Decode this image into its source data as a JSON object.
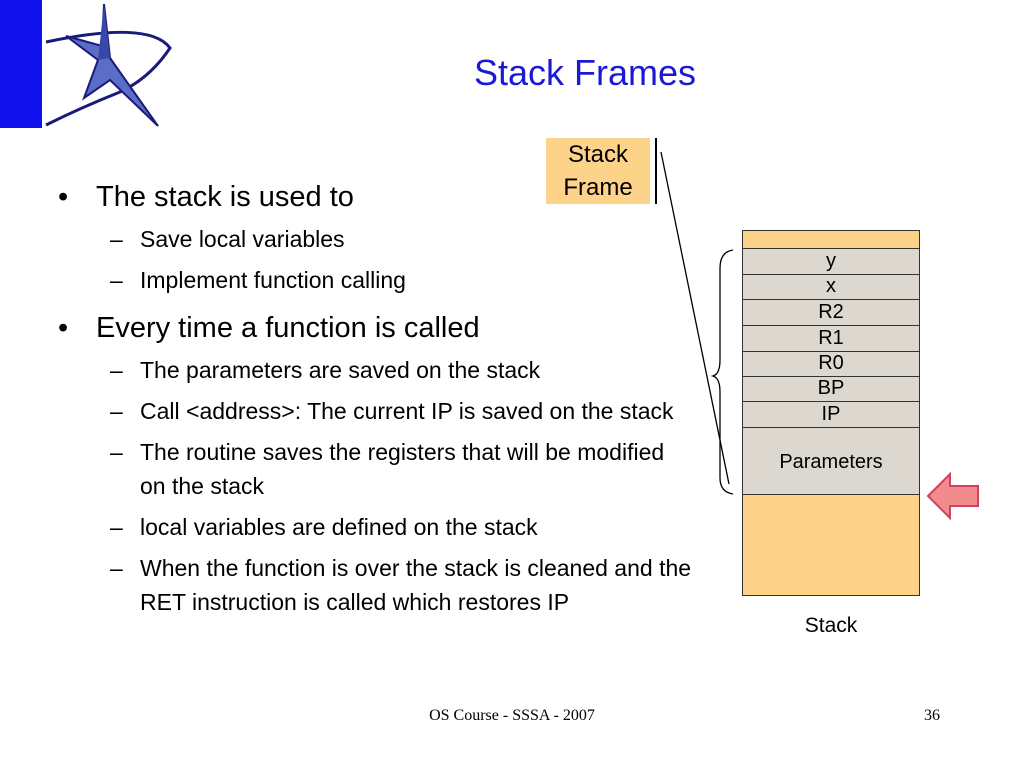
{
  "slide": {
    "title": "Stack Frames",
    "bullets": [
      {
        "text": "The stack is used to",
        "sub": [
          "Save local variables",
          "Implement function calling"
        ]
      },
      {
        "text": "Every time a function is called",
        "sub": [
          "The parameters are saved on the stack",
          "Call <address>: The current IP is saved on the stack",
          "The routine saves the registers that will be modified on the stack",
          "local variables are defined on the stack",
          "When the function is over the stack is cleaned and the RET instruction is called which restores IP"
        ]
      }
    ],
    "bullet_glyph": "•",
    "dash_glyph": "–"
  },
  "diagram": {
    "frame_label": "Stack Frame",
    "cells": [
      "y",
      "x",
      "R2",
      "R1",
      "R0",
      "BP",
      "IP",
      "Parameters"
    ],
    "stack_label": "Stack",
    "colors": {
      "stack_fill": "#fdd38a",
      "cell_fill": "#ddd8cf",
      "pointer_fill": "#f28b8b",
      "pointer_stroke": "#d04060"
    }
  },
  "footer": {
    "text": "OS Course - SSSA - 2007",
    "page": "36"
  },
  "icons": {
    "logo": "star-swoosh-logo-icon",
    "pointer": "left-arrow-icon"
  }
}
